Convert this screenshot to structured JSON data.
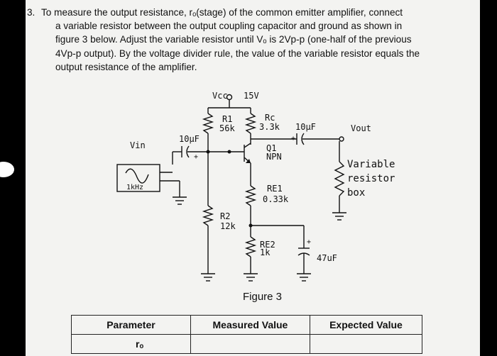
{
  "question": {
    "number": "3.",
    "lines": [
      "To measure the output resistance, rₒ(stage) of the common emitter amplifier, connect",
      "a variable resistor between the output coupling capacitor and ground as shown in",
      "figure 3 below. Adjust the variable resistor until Vₒ is 2Vp-p (one-half of the previous",
      "4Vp-p output). By the voltage divider rule, the value of the variable resistor equals the",
      "output resistance of the amplifier."
    ]
  },
  "circuit": {
    "vcc": "Vcc",
    "vcc_value": "15V",
    "r1_name": "R1",
    "r1_value": "56k",
    "rc_name": "Rc",
    "rc_value": "3.3k",
    "c_out": "10µF",
    "vout": "Vout",
    "vin": "Vin",
    "c_in": "10µF",
    "source_freq": "1kHz",
    "q_name": "Q1",
    "q_type": "NPN",
    "var_res_lines": [
      "Variable",
      "resistor",
      "box"
    ],
    "re1_name": "RE1",
    "re1_value": "0.33k",
    "r2_name": "R2",
    "r2_value": "12k",
    "re2_name": "RE2",
    "re2_value": "1k",
    "c_bypass": "47uF",
    "plus": "+"
  },
  "figure_caption": "Figure 3",
  "table": {
    "headers": [
      "Parameter",
      "Measured Value",
      "Expected Value"
    ],
    "rows": [
      [
        "rₒ",
        "",
        ""
      ]
    ]
  }
}
